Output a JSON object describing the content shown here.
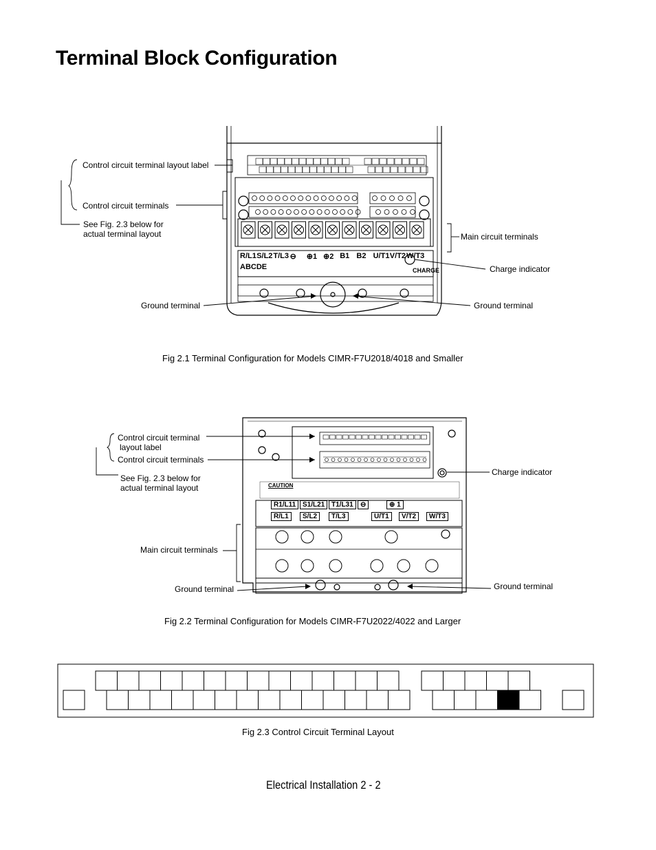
{
  "page": {
    "title": "Terminal Block Configuration",
    "footer": "Electrical Installation  2 - 2"
  },
  "fig1": {
    "caption": "Fig 2.1  Terminal Configuration for Models CIMR-F7U2018/4018 and Smaller",
    "labels": {
      "ctrl_layout_label": "Control circuit terminal layout label",
      "ctrl_terminals": "Control circuit terminals",
      "see_fig_line1": "See Fig. 2.3 below for",
      "see_fig_line2": "actual terminal layout",
      "main_terminals": "Main circuit terminals",
      "charge_indicator": "Charge indicator",
      "ground_left": "Ground terminal",
      "ground_right": "Ground terminal"
    },
    "terminal_labels": [
      "R/L1",
      "S/L2",
      "T/L3",
      "⊖",
      "⊕1",
      "⊕2",
      "B1",
      "B2",
      "U/T1",
      "V/T2",
      "W/T3"
    ],
    "plate_text": "ABCDE",
    "charge_text": "CHARGE"
  },
  "fig2": {
    "caption": "Fig 2.2  Terminal Configuration for Models CIMR-F7U2022/4022 and Larger",
    "labels": {
      "ctrl_layout_label_line1": "Control circuit terminal",
      "ctrl_layout_label_line2": "layout label",
      "ctrl_terminals": "Control circuit terminals",
      "see_fig_line1": "See Fig. 2.3 below for",
      "see_fig_line2": "actual terminal layout",
      "main_terminals": "Main circuit terminals",
      "charge_indicator": "Charge indicator",
      "ground_left": "Ground terminal",
      "ground_right": "Ground terminal"
    },
    "terminal_row1": [
      "R1/L11",
      "S1/L21",
      "T1/L31",
      "⊖",
      "⊕ 1"
    ],
    "terminal_row2": [
      "R/L1",
      "S/L2",
      "T/L3",
      "U/T1",
      "V/T2",
      "W/T3"
    ],
    "caution_text": "CAUTION"
  },
  "fig3": {
    "caption": "Fig 2.3  Control Circuit Terminal Layout"
  }
}
